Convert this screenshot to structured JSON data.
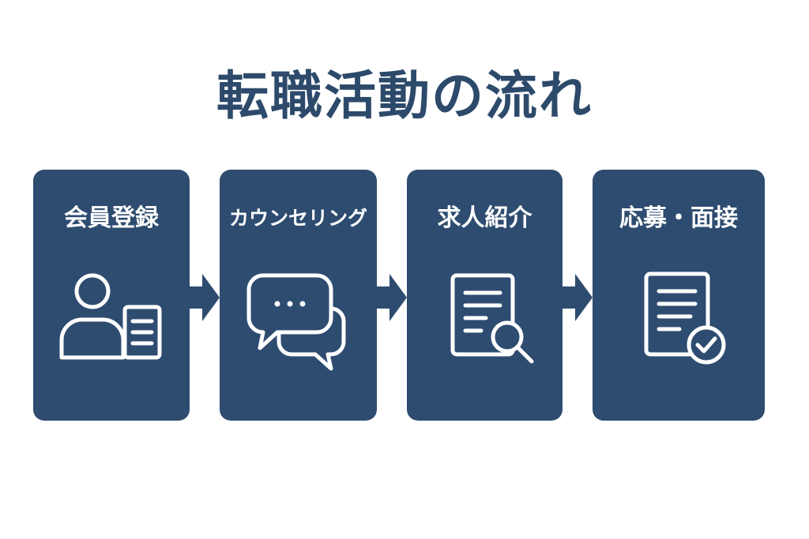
{
  "title": "転職活動の流れ",
  "colors": {
    "card": "#2e4c70",
    "title": "#2d4a6b",
    "icon": "#ffffff"
  },
  "steps": [
    {
      "label": "会員登録",
      "icon": "user-document-icon"
    },
    {
      "label": "カウンセリング",
      "icon": "chat-bubbles-icon"
    },
    {
      "label": "求人紹介",
      "icon": "document-search-icon"
    },
    {
      "label": "応募・面接",
      "icon": "document-check-icon"
    }
  ],
  "connector_icon": "arrow-right-icon"
}
